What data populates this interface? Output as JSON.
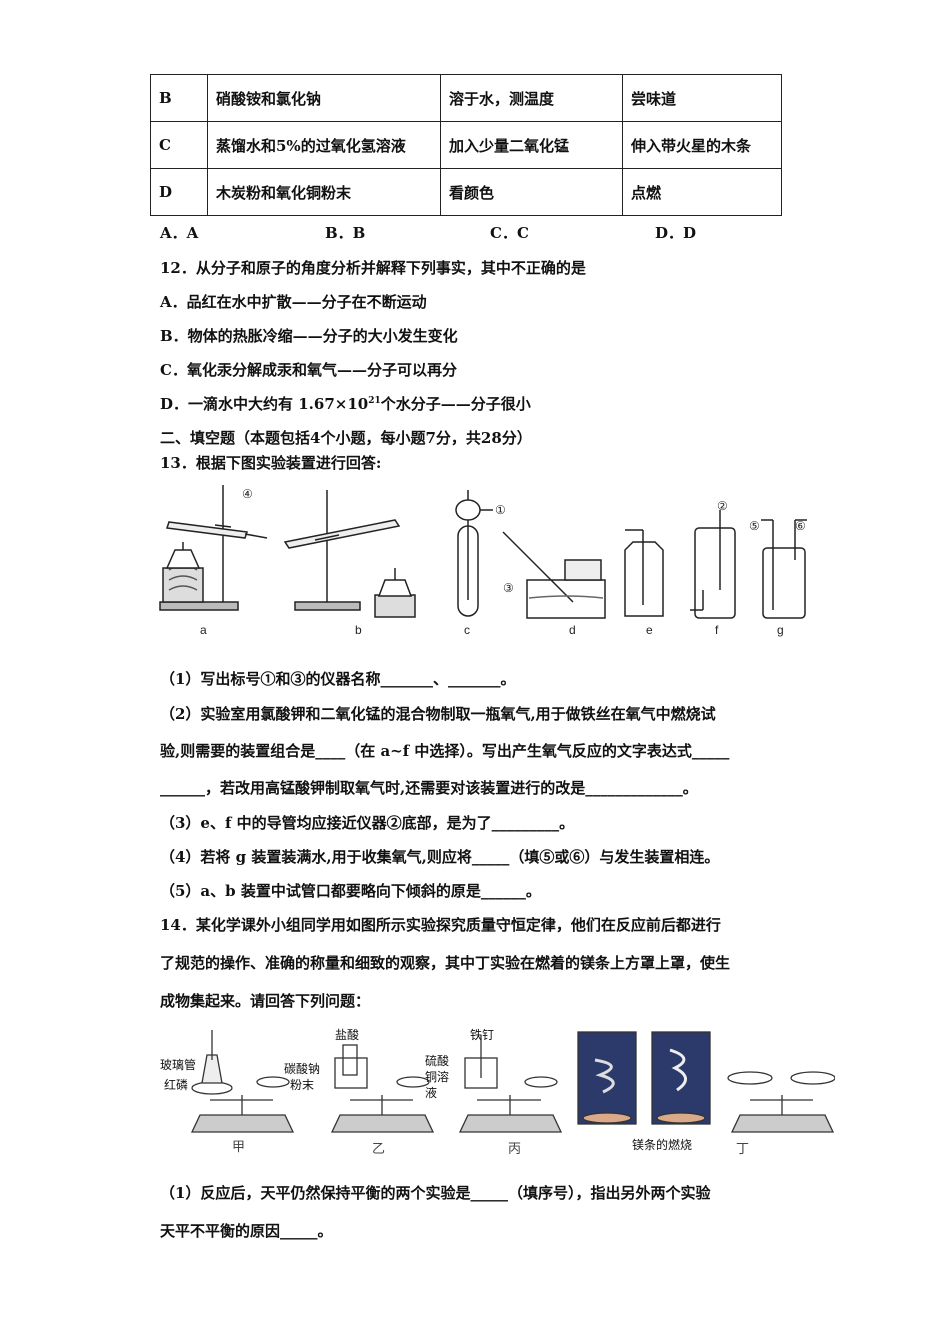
{
  "table": {
    "rows": [
      {
        "opt": "B",
        "subject": "硝酸铵和氯化钠",
        "method1": "溶于水，测温度",
        "method2": "尝味道"
      },
      {
        "opt": "C",
        "subject": "蒸馏水和5%的过氧化氢溶液",
        "method1": "加入少量二氧化锰",
        "method2": "伸入带火星的木条"
      },
      {
        "opt": "D",
        "subject": "木炭粉和氧化铜粉末",
        "method1": "看颜色",
        "method2": "点燃"
      }
    ]
  },
  "q11_options": [
    "A．A",
    "B．B",
    "C．C",
    "D．D"
  ],
  "q12": {
    "stem": "12．从分子和原子的角度分析并解释下列事实，其中不正确的是",
    "a": "A．品红在水中扩散——分子在不断运动",
    "b": "B．物体的热胀冷缩——分子的大小发生变化",
    "c": "C．氧化汞分解成汞和氧气——分子可以再分",
    "d_pre": "D．一滴水中大约有 1.67×10",
    "d_sup": "21",
    "d_post": "个水分子——分子很小"
  },
  "section2": "二、填空题（本题包括4个小题，每小题7分，共28分）",
  "q13": {
    "stem": "13．根据下图实验装置进行回答:",
    "markers": [
      "④",
      "①",
      "③",
      "②",
      "⑤",
      "⑥"
    ],
    "captions": [
      "a",
      "b",
      "c",
      "d",
      "e",
      "f",
      "g"
    ],
    "p1": "（1）写出标号①和③的仪器名称_______、_______。",
    "p2a": "（2）实验室用氯酸钾和二氧化锰的混合物制取一瓶氧气,用于做铁丝在氧气中燃烧试",
    "p2b": "验,则需要的装置组合是____（在 a~f 中选择）。写出产生氧气反应的文字表达式_____",
    "p2c": "______，若改用高锰酸钾制取氧气时,还需要对该装置进行的改是_____________。",
    "p3": "（3）e、f 中的导管均应接近仪器②底部，是为了_________。",
    "p4": "（4）若将 g 装置装满水,用于收集氧气,则应将_____（填⑤或⑥）与发生装置相连。",
    "p5": "（5）a、b 装置中试管口都要略向下倾斜的原是______。"
  },
  "q14": {
    "l1": "14．某化学课外小组同学用如图所示实验探究质量守恒定律，他们在反应前后都进行",
    "l2": "了规范的操作、准确的称量和细致的观察，其中丁实验在燃着的镁条上方罩上罩，使生",
    "l3": "成物集起来。请回答下列问题：",
    "labels": {
      "glass_tube": "玻璃管",
      "red_p": "红磷",
      "hcl": "盐酸",
      "na2co3_1": "碳酸钠",
      "na2co3_2": "粉末",
      "nail": "铁钉",
      "cuso4_1": "硫酸",
      "cuso4_2": "铜溶",
      "cuso4_3": "液",
      "mg_burn": "镁条的燃烧"
    },
    "captions": [
      "甲",
      "乙",
      "丙",
      "丁"
    ],
    "p1a": "（1）反应后，天平仍然保持平衡的两个实验是_____（填序号），指出另外两个实验",
    "p1b": "天平不平衡的原因_____。"
  }
}
